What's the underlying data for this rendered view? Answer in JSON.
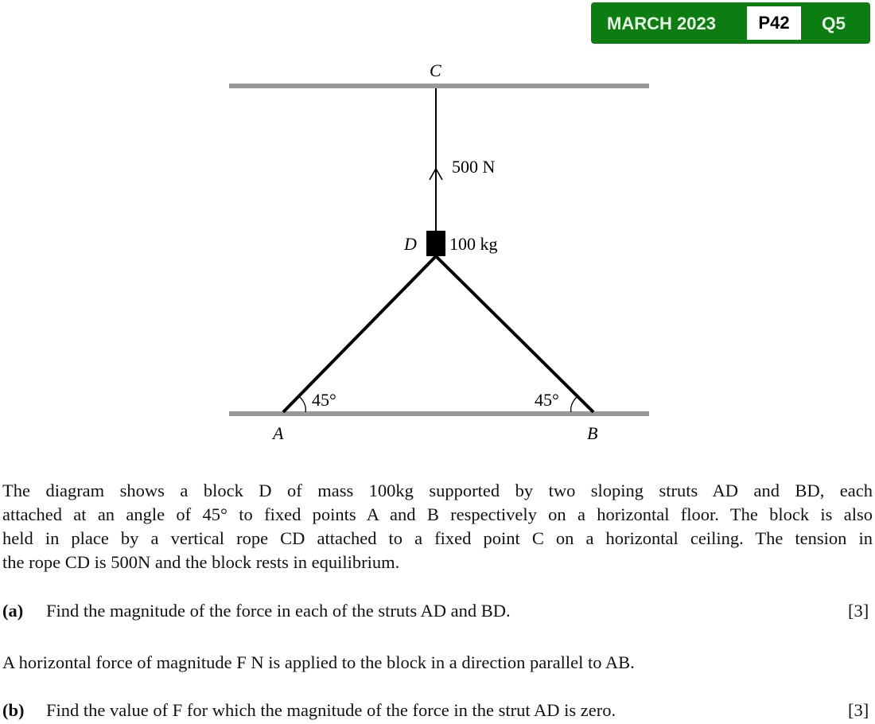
{
  "badge": {
    "session": "MARCH 2023",
    "paper": "P42",
    "question": "Q5"
  },
  "diagram": {
    "label_c": "C",
    "label_d": "D",
    "label_a": "A",
    "label_b": "B",
    "tension": "500 N",
    "mass": "100 kg",
    "angle_a": "45°",
    "angle_b": "45°"
  },
  "text": {
    "line1": "The diagram shows a block D of mass 100kg supported by two sloping struts AD and BD, each",
    "line2": "attached at an angle of 45° to fixed points A and B respectively on a horizontal floor. The block is also",
    "line3": "held in place by a vertical rope CD attached to a fixed point C on a horizontal ceiling. The tension in",
    "line4": "the rope CD is 500N and the block rests in equilibrium.",
    "part_a_label": "(a)",
    "part_a": "Find the magnitude of the force in each of the struts AD and BD.",
    "part_a_marks": "[3]",
    "mid": "A horizontal force of magnitude F N is applied to the block in a direction parallel to AB.",
    "part_b_label": "(b)",
    "part_b": "Find the value of F for which the magnitude of the force in the strut AD is zero.",
    "part_b_marks": "[3]"
  }
}
